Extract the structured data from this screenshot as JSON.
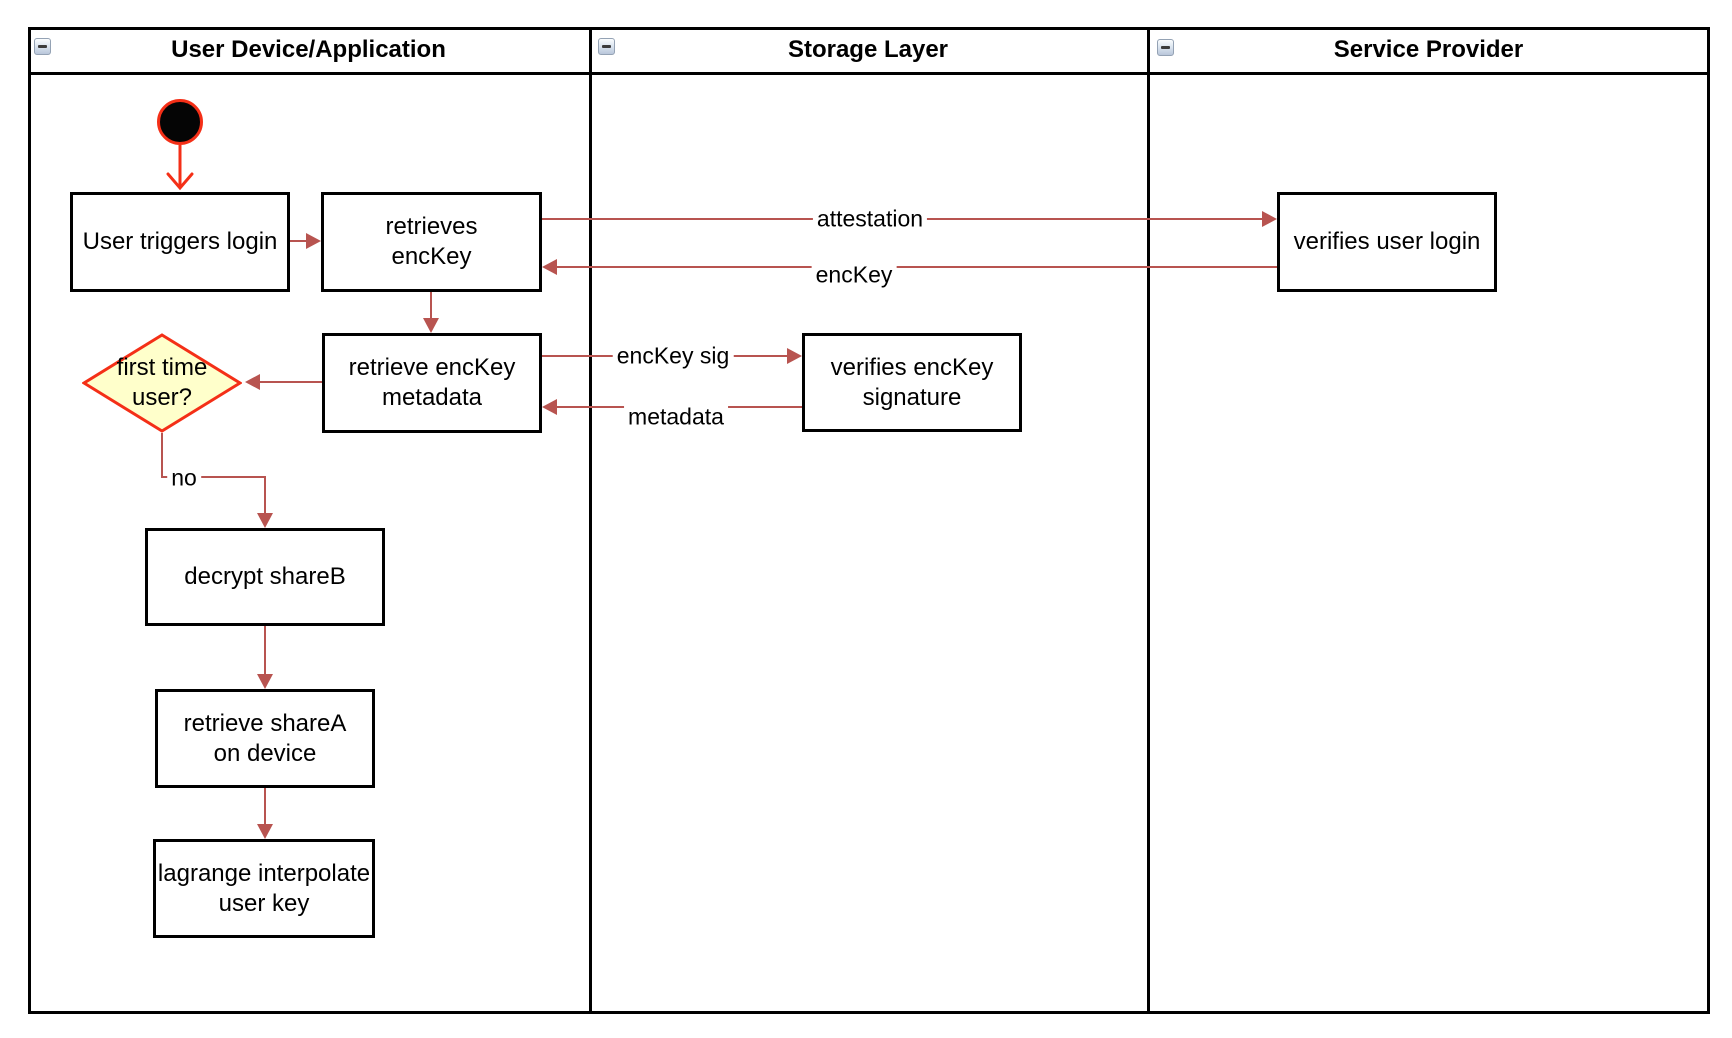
{
  "lanes": [
    {
      "title": "User Device/Application"
    },
    {
      "title": "Storage Layer"
    },
    {
      "title": "Service Provider"
    }
  ],
  "collapse_buttons": {
    "icon": "minus-icon",
    "state": "expanded"
  },
  "nodes": {
    "start": {
      "type": "initial-node"
    },
    "user_triggers_login": {
      "label": "User triggers login"
    },
    "retrieves_enckey": {
      "label": "retrieves\nencKey"
    },
    "verifies_user_login": {
      "label": "verifies user login"
    },
    "retrieve_enckey_metadata": {
      "label": "retrieve encKey\nmetadata"
    },
    "verifies_enckey_signature": {
      "label": "verifies encKey\nsignature"
    },
    "first_time_user": {
      "label": "first time\nuser?",
      "shape": "decision-diamond"
    },
    "decrypt_shareb": {
      "label": "decrypt shareB"
    },
    "retrieve_sharea": {
      "label": "retrieve shareA\non device"
    },
    "lagrange_interpolate": {
      "label": "lagrange interpolate\nuser key"
    }
  },
  "edges": {
    "attestation": {
      "label": "attestation"
    },
    "enckey_return": {
      "label": "encKey"
    },
    "enckey_sig": {
      "label": "encKey sig"
    },
    "metadata_return": {
      "label": "metadata"
    },
    "no_branch": {
      "label": "no"
    }
  },
  "colors": {
    "edge": "#b85450",
    "highlight_red": "#f42f17",
    "decision_fill": "#ffffcb",
    "node_border": "#000000",
    "lane_border": "#000000",
    "node_fill": "#ffffff"
  }
}
